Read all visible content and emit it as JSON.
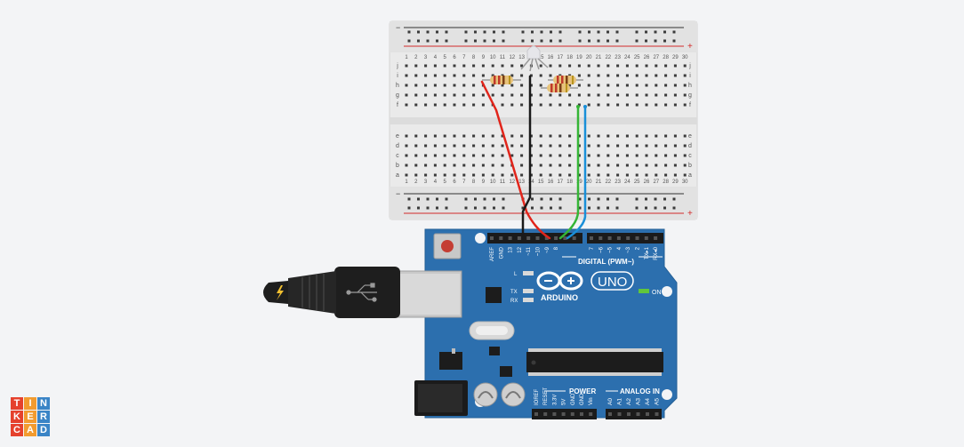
{
  "colors": {
    "background": "#f3f4f6",
    "breadboard": "#eaeaea",
    "rail_red": "#d32a2a",
    "rail_black": "#333333",
    "board": "#2c6fae",
    "board_dark": "#1f5a91",
    "wire_red": "#e1251b",
    "wire_black": "#1a1a1a",
    "wire_green": "#35b536",
    "wire_blue": "#1a8fd8"
  },
  "breadboard": {
    "row_letters_top": [
      "j",
      "i",
      "h",
      "g",
      "f"
    ],
    "row_letters_bottom": [
      "e",
      "d",
      "c",
      "b",
      "a"
    ],
    "column_numbers": [
      "1",
      "2",
      "3",
      "4",
      "5",
      "6",
      "7",
      "8",
      "9",
      "10",
      "11",
      "12",
      "13",
      "14",
      "15",
      "16",
      "17",
      "18",
      "19",
      "20",
      "21",
      "22",
      "23",
      "24",
      "25",
      "26",
      "27",
      "28",
      "29",
      "30"
    ],
    "rail_minus": "−",
    "rail_plus": "+"
  },
  "arduino": {
    "brand": "ARDUINO",
    "model": "UNO",
    "digital_label": "DIGITAL (PWM~)",
    "power_label": "POWER",
    "analog_label": "ANALOG IN",
    "on_label": "ON",
    "led_labels": [
      "L",
      "TX",
      "RX"
    ],
    "digital_pins": [
      "AREF",
      "GND",
      "13",
      "12",
      "~11",
      "~10",
      "~9",
      "8",
      "7",
      "~6",
      "~5",
      "4",
      "~3",
      "2",
      "TX▸1",
      "RX◂0"
    ],
    "power_pins": [
      "IOREF",
      "RESET",
      "3.3V",
      "5V",
      "GND",
      "GND",
      "Vin"
    ],
    "analog_pins": [
      "A0",
      "A1",
      "A2",
      "A3",
      "A4",
      "A5"
    ]
  },
  "logo": {
    "letters": [
      "T",
      "I",
      "N",
      "K",
      "E",
      "R",
      "C",
      "A",
      "D"
    ],
    "colors": [
      "#e5412d",
      "#f29b2f",
      "#3a84c6",
      "#e5412d",
      "#f29b2f",
      "#3a84c6",
      "#e5412d",
      "#f29b2f",
      "#3a84c6"
    ]
  }
}
